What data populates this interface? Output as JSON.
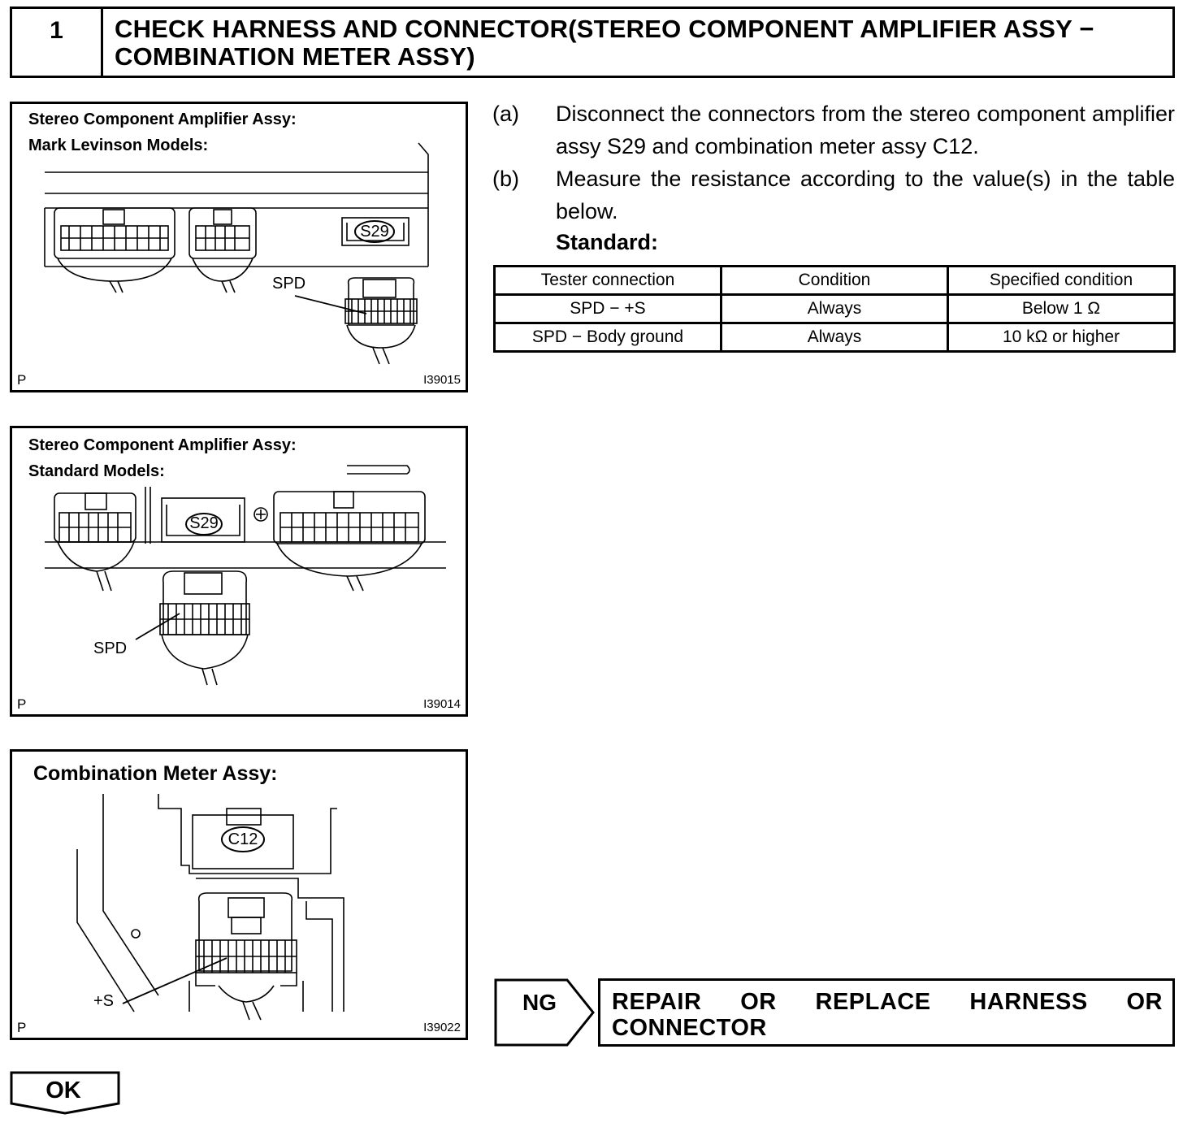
{
  "header": {
    "step_number": "1",
    "title": "CHECK HARNESS AND CONNECTOR(STEREO COMPONENT AMPLIFIER ASSY − COMBINATION METER ASSY)"
  },
  "figures": {
    "fig1": {
      "caption_line1": "Stereo Component Amplifier Assy:",
      "caption_line2": "Mark Levinson Models:",
      "connector_label": "S29",
      "terminal_label": "SPD",
      "corner": "P",
      "figure_id": "I39015"
    },
    "fig2": {
      "caption_line1": "Stereo Component Amplifier Assy:",
      "caption_line2": "Standard Models:",
      "connector_label": "S29",
      "terminal_label": "SPD",
      "corner": "P",
      "figure_id": "I39014"
    },
    "fig3": {
      "caption_line1": "Combination Meter Assy:",
      "connector_label": "C12",
      "terminal_label": "+S",
      "corner": "P",
      "figure_id": "I39022"
    }
  },
  "instructions": {
    "a_marker": "(a)",
    "a_text": "Disconnect the connectors from the stereo component amplifier assy S29 and combination meter assy C12.",
    "b_marker": "(b)",
    "b_text": "Measure the resistance according to the value(s) in the table below.",
    "standard_label": "Standard:"
  },
  "table": {
    "headers": [
      "Tester connection",
      "Condition",
      "Specified condition"
    ],
    "rows": [
      [
        "SPD − +S",
        "Always",
        "Below 1 Ω"
      ],
      [
        "SPD − Body ground",
        "Always",
        "10 kΩ or higher"
      ]
    ]
  },
  "result": {
    "ng_label": "NG",
    "ng_action": "REPAIR OR REPLACE HARNESS OR CONNECTOR",
    "ok_label": "OK"
  }
}
